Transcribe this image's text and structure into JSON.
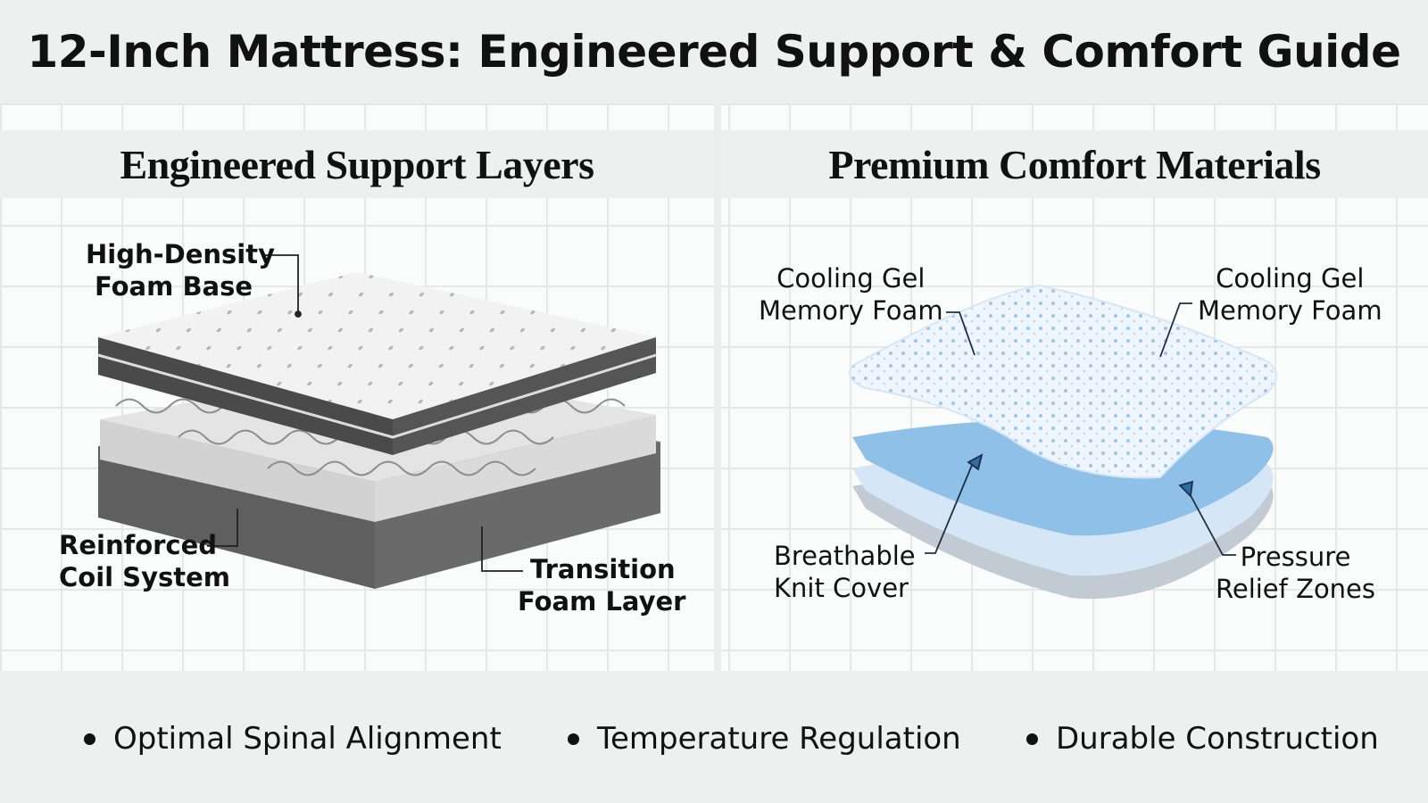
{
  "title": "12-Inch Mattress: Engineered Support & Comfort Guide",
  "left_panel": {
    "heading": "Engineered Support Layers",
    "labels": {
      "top_left": [
        "High-Density",
        "Foam Base"
      ],
      "bottom_left": [
        "Reinforced",
        "Coil System"
      ],
      "bottom_right": [
        "Transition",
        "Foam Layer"
      ]
    }
  },
  "right_panel": {
    "heading": "Premium Comfort Materials",
    "labels": {
      "top_left": [
        "Cooling Gel",
        "Memory Foam"
      ],
      "top_right": [
        "Cooling Gel",
        "Memory Foam"
      ],
      "bottom_left": [
        "Breathable",
        "Knit Cover"
      ],
      "bottom_right": [
        "Pressure",
        "Relief Zones"
      ]
    }
  },
  "benefits": [
    "Optimal Spinal Alignment",
    "Temperature Regulation",
    "Durable Construction"
  ],
  "colors": {
    "blue_light": "#cfe3f5",
    "blue_mid": "#8fc0e8",
    "grey_dark": "#6b6b6b"
  }
}
